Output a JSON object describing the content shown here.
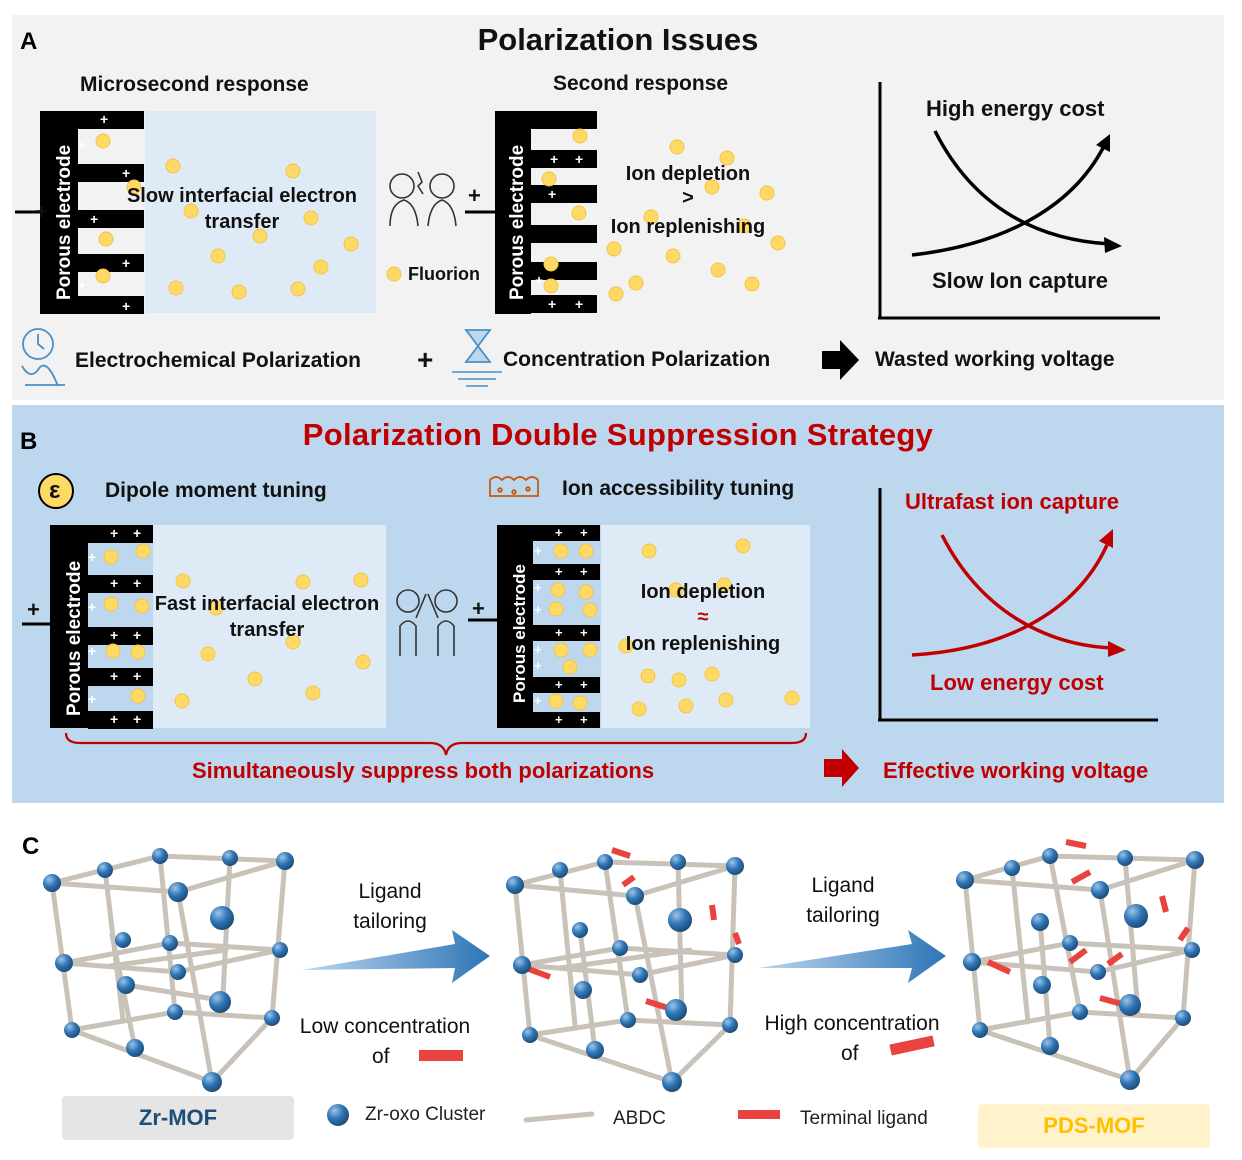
{
  "panel_a": {
    "letter": "A",
    "title": "Polarization Issues",
    "left_heading": "Microsecond response",
    "mid_heading": "Second response",
    "electrode_label": "Porous electrode",
    "slow_transfer_l1": "Slow interfacial electron",
    "slow_transfer_l2": "transfer",
    "depletion": "Ion depletion",
    "gt": ">",
    "replenishing": "Ion replenishing",
    "fluorion": "Fluorion",
    "curve_top": "High energy cost",
    "curve_bottom": "Slow Ion capture",
    "electrochem": "Electrochemical Polarization",
    "plus": "+",
    "concentration": "Concentration Polarization",
    "wasted": "Wasted working voltage"
  },
  "panel_b": {
    "letter": "B",
    "title": "Polarization Double Suppression Strategy",
    "epsilon": "ε",
    "dipole": "Dipole moment tuning",
    "accessibility": "Ion accessibility tuning",
    "electrode_label": "Porous electrode",
    "fast_transfer_l1": "Fast interfacial electron",
    "fast_transfer_l2": "transfer",
    "depletion": "Ion depletion",
    "approx": "≈",
    "replenishing": "Ion replenishing",
    "curve_top": "Ultrafast ion capture",
    "curve_bottom": "Low energy cost",
    "suppress": "Simultaneously suppress both polarizations",
    "effective": "Effective working voltage"
  },
  "panel_c": {
    "letter": "C",
    "step1_l1": "Ligand",
    "step1_l2": "tailoring",
    "step1_c1": "Low concentration",
    "step1_c2": "of",
    "step2_l1": "Ligand",
    "step2_l2": "tailoring",
    "step2_c1": "High concentration",
    "step2_c2": "of",
    "zr_mof": "Zr-MOF",
    "pds_mof": "PDS-MOF",
    "legend_cluster": "Zr-oxo Cluster",
    "legend_abdc": "ABDC",
    "legend_terminal": "Terminal ligand"
  },
  "colors": {
    "panel_a_bg": "#f2f2f2",
    "panel_b_bg": "#bdd7ee",
    "cell_bg": "#deebf7",
    "accent_red": "#c00000",
    "fluorion": "#ffd965",
    "node_blue": "#2e75b6",
    "pds_yellow": "#ffc000",
    "zr_blue": "#1f4e79"
  }
}
